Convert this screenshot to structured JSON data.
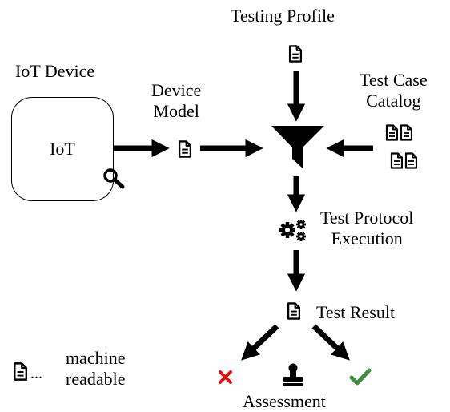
{
  "labels": {
    "testing_profile": "Testing Profile",
    "iot_device": "IoT Device",
    "iot_box": "IoT",
    "device_model_line1": "Device",
    "device_model_line2": "Model",
    "test_case_line1": "Test Case",
    "test_case_line2": "Catalog",
    "protocol_line1": "Test Protocol",
    "protocol_line2": "Execution",
    "test_result": "Test Result",
    "assessment": "Assessment",
    "legend_dots": "...",
    "legend_line1": "machine",
    "legend_line2": "readable"
  },
  "icons": {
    "document": "document-icon",
    "filter": "filter-icon",
    "gears": "gears-icon",
    "magnifier": "search-icon",
    "fail": "cross-icon",
    "stamp": "stamp-icon",
    "pass": "check-icon"
  },
  "colors": {
    "fail": "#dd1111",
    "pass": "#3e8e3e",
    "ink": "#000000"
  }
}
